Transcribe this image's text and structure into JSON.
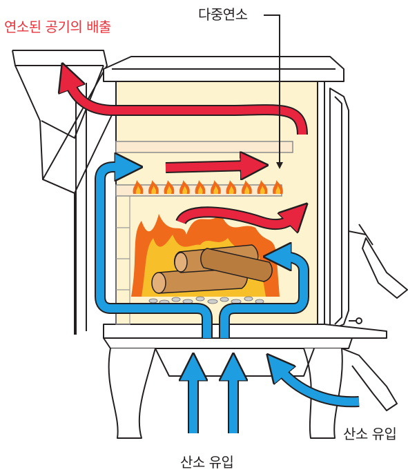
{
  "labels": {
    "exhaust": "연소된 공기의 배출",
    "multi_combustion": "다중연소",
    "air_intake_right": "산소 유입",
    "air_intake_bottom": "산소 유입"
  },
  "colors": {
    "exhaust_label": "#e8343c",
    "hot_arrow": "#e8253f",
    "cool_arrow": "#1e9ee0",
    "chamber_fill": "#fdf3cf",
    "fire_outer": "#ef6a1b",
    "fire_inner": "#f7c02a",
    "log": "#c98e4e",
    "stove_line": "#231f20"
  },
  "icons": [
    "flame-icon",
    "log-icon",
    "arrow-icon"
  ]
}
